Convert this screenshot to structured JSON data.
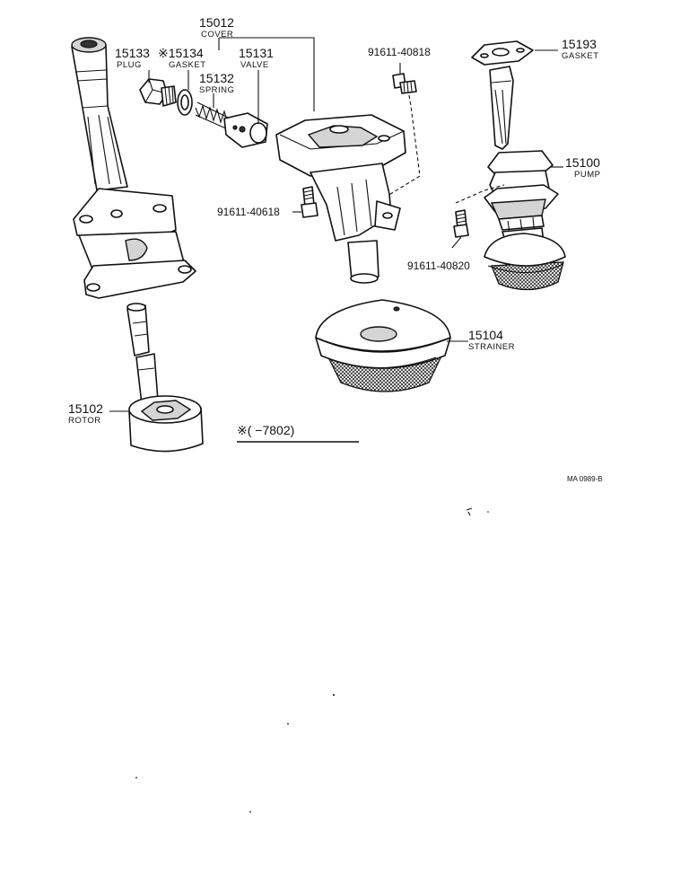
{
  "parts": {
    "cover": {
      "number": "15012",
      "name": "COVER"
    },
    "plug": {
      "number": "15133",
      "name": "PLUG"
    },
    "gasket_small": {
      "number": "※15134",
      "name": "GASKET"
    },
    "spring": {
      "number": "15132",
      "name": "SPRING"
    },
    "valve": {
      "number": "15131",
      "name": "VALVE"
    },
    "bolt_a": {
      "number": "91611-40818"
    },
    "bolt_b": {
      "number": "91611-40618"
    },
    "bolt_c": {
      "number": "91611-40820"
    },
    "gasket_flange": {
      "number": "15193",
      "name": "GASKET"
    },
    "pump": {
      "number": "15100",
      "name": "PUMP"
    },
    "strainer": {
      "number": "15104",
      "name": "STRAINER"
    },
    "rotor": {
      "number": "15102",
      "name": "ROTOR"
    }
  },
  "note": {
    "text": "※(     −7802)"
  },
  "figure_code": "MA  0989-B"
}
